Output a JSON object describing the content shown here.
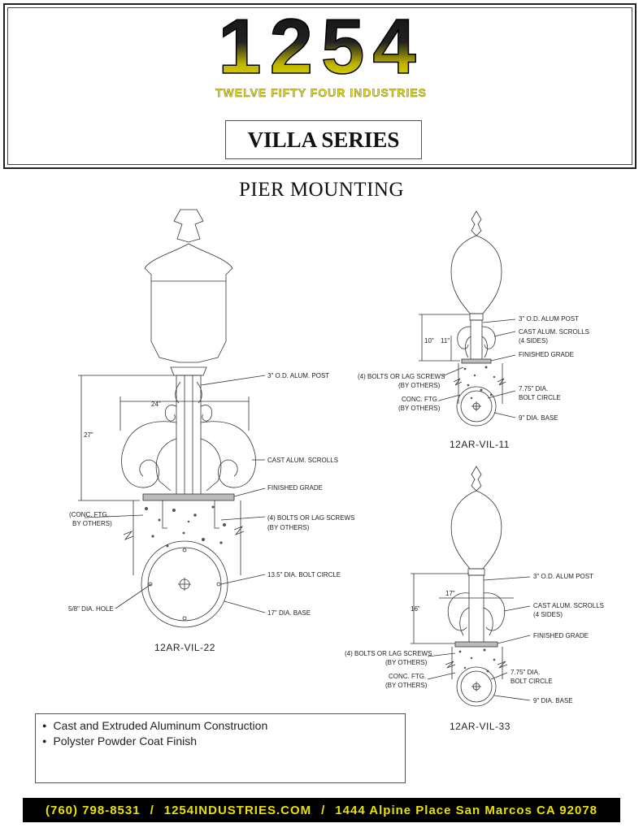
{
  "header": {
    "logo_number": "1254",
    "company_name": "TWELVE FIFTY FOUR INDUSTRIES",
    "series_title": "VILLA SERIES"
  },
  "page_title": "PIER MOUNTING",
  "drawings": {
    "large": {
      "model": "12AR-VIL-22",
      "post": "3\" O.D. ALUM. POST",
      "width": "24\"",
      "height": "27\"",
      "scrolls": "CAST ALUM. SCROLLS",
      "grade": "FINISHED GRADE",
      "footing_1": "(CONC. FTG.",
      "footing_2": "BY OTHERS)",
      "bolts_1": "(4) BOLTS OR LAG SCREWS",
      "bolts_2": "(BY OTHERS)",
      "bolt_circle": "13.5\" DIA. BOLT CIRCLE",
      "hole": "5/8\" DIA. HOLE",
      "base": "17\" DIA. BASE"
    },
    "small_top": {
      "model": "12AR-VIL-11",
      "post": "3\" O.D. ALUM POST",
      "height": "10\"",
      "width": "11\"",
      "scrolls_1": "CAST ALUM. SCROLLS",
      "scrolls_2": "(4 SIDES)",
      "grade": "FINISHED GRADE",
      "bolts_1": "(4) BOLTS OR LAG SCREWS",
      "bolts_2": "(BY OTHERS)",
      "footing_1": "CONC. FTG.",
      "footing_2": "(BY OTHERS)",
      "bolt_circle_1": "7.75\" DIA.",
      "bolt_circle_2": "BOLT CIRCLE",
      "base": "9\" DIA. BASE"
    },
    "small_bottom": {
      "model": "12AR-VIL-33",
      "post": "3\" O.D. ALUM POST",
      "height": "16\"",
      "width": "17\"",
      "scrolls_1": "CAST ALUM. SCROLLS",
      "scrolls_2": "(4 SIDES)",
      "grade": "FINISHED GRADE",
      "bolts_1": "(4) BOLTS OR LAG SCREWS",
      "bolts_2": "(BY OTHERS)",
      "footing_1": "CONC. FTG.",
      "footing_2": "(BY OTHERS)",
      "bolt_circle_1": "7.75\" DIA.",
      "bolt_circle_2": "BOLT CIRCLE",
      "base": "9\" DIA. BASE"
    }
  },
  "features": [
    "Cast and Extruded Aluminum Construction",
    "Polyster Powder Coat Finish"
  ],
  "footer": {
    "phone": "(760) 798-8531",
    "website": "1254INDUSTRIES.COM",
    "address": "1444 Alpine Place San Marcos CA 92078",
    "separator": "/"
  },
  "colors": {
    "logo_yellow": "#e9e100",
    "logo_black": "#111111",
    "footer_bg": "#000000"
  }
}
